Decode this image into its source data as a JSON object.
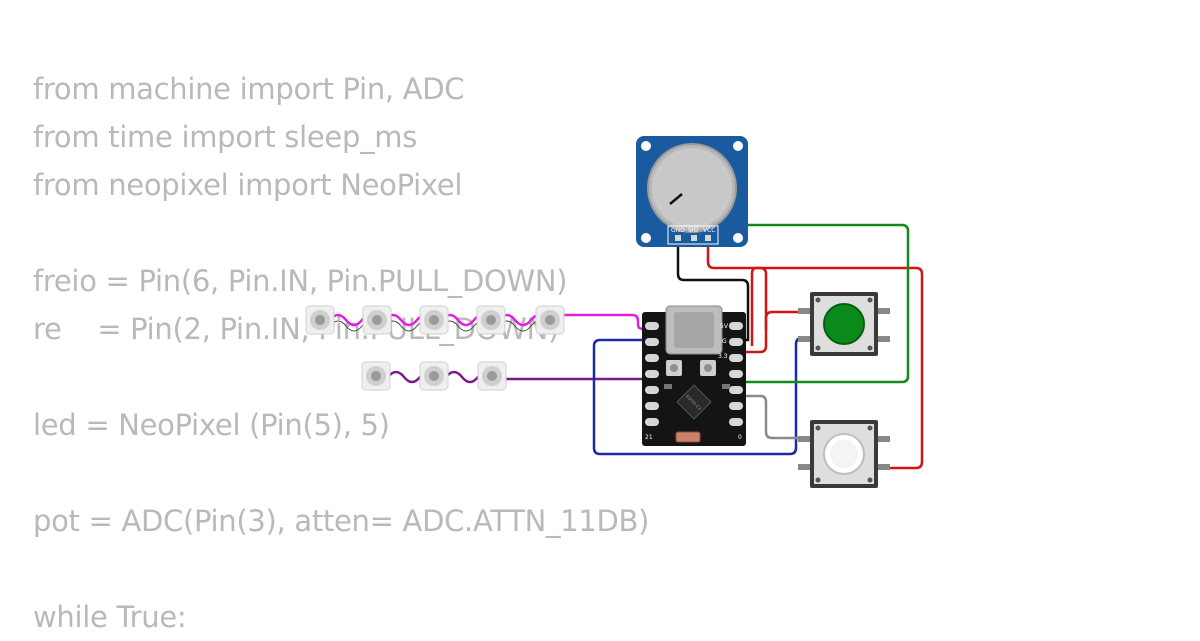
{
  "code_lines": [
    "from machine import Pin, ADC",
    "from time import sleep_ms",
    "from neopixel import NeoPixel",
    "",
    "freio = Pin(6, Pin.IN, Pin.PULL_DOWN)",
    "re    = Pin(2, Pin.IN, Pin.PULL_DOWN)",
    "",
    "led = NeoPixel (Pin(5), 5)",
    "",
    "pot = ADC(Pin(3), atten= ADC.ATTN_11DB)",
    "",
    "while True:"
  ],
  "potentiometer": {
    "pins": [
      "GND",
      "SIG",
      "VCC"
    ]
  },
  "board": {
    "pin_labels": [
      "5V",
      "G",
      "3.3",
      "21",
      "0"
    ],
    "chip_marking": "ESP32-C3"
  },
  "buttons": [
    {
      "name": "green",
      "cap_color": "#0a8a1a"
    },
    {
      "name": "white",
      "cap_color": "#ffffff"
    }
  ],
  "colors": {
    "wire_magenta": "#e020e0",
    "wire_purple": "#7a1a8a",
    "wire_blue": "#1a2aa8",
    "wire_red": "#d41414",
    "wire_green": "#118a1e",
    "wire_black": "#111111",
    "wire_gray": "#8a8a8a",
    "pot_board": "#1a5a9e",
    "code_text": "#b9b9b9"
  }
}
